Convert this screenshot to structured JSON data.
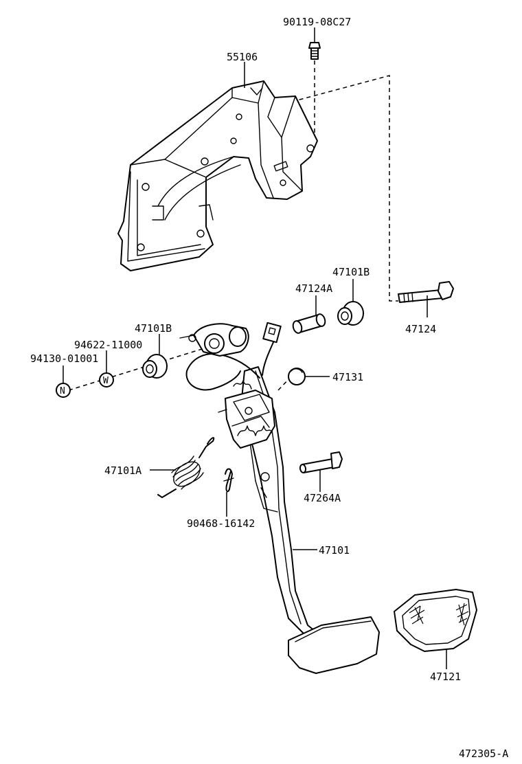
{
  "diagram": {
    "parts": {
      "bolt_top": "90119-08C27",
      "bracket": "55106",
      "bushing_right": "47101B",
      "collar": "47124A",
      "bolt_right": "47124",
      "bushing_left": "47101B",
      "washer_label": "94622-11000",
      "nut_label": "94130-01001",
      "stopper": "47131",
      "spring": "47101A",
      "pin": "47264A",
      "clip": "90468-16142",
      "pedal_arm": "47101",
      "pedal_pad": "47121"
    },
    "symbols": {
      "nut_letter": "N",
      "washer_letter": "W"
    },
    "figure_id": "472305-A"
  }
}
